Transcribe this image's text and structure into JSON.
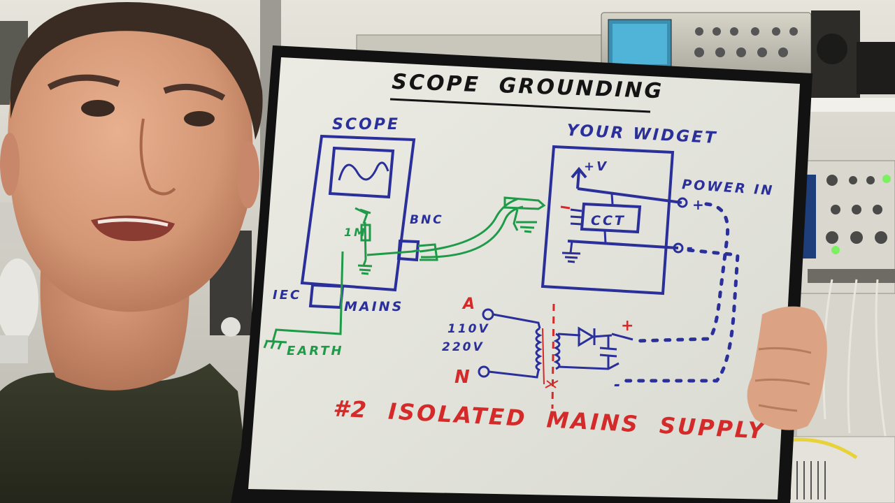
{
  "board": {
    "title": "SCOPE  GROUNDING",
    "scope_label": "SCOPE",
    "widget_label": "YOUR WIDGET",
    "bnc_label": "BNC",
    "resistor_label": "1M",
    "iec_label": "IEC",
    "mains_label": "MAINS",
    "earth_label": "EARTH",
    "supply_v_label": "+V",
    "cct_label": "CCT",
    "power_in_label": "POWER IN",
    "plus_terminal": "+",
    "minus_terminal": "-",
    "active_label": "A",
    "neutral_label": "N",
    "voltage_110": "110V",
    "voltage_220": "220V",
    "rectifier_plus": "+",
    "rectifier_minus": "-",
    "caption": "#2  ISOLATED  MAINS  SUPPLY"
  },
  "colors": {
    "blue_marker": "#2a2f9a",
    "green_marker": "#1f9a48",
    "red_marker": "#d42a2a",
    "black_marker": "#141414",
    "whiteboard": "#e9e9df",
    "frame": "#111111"
  }
}
